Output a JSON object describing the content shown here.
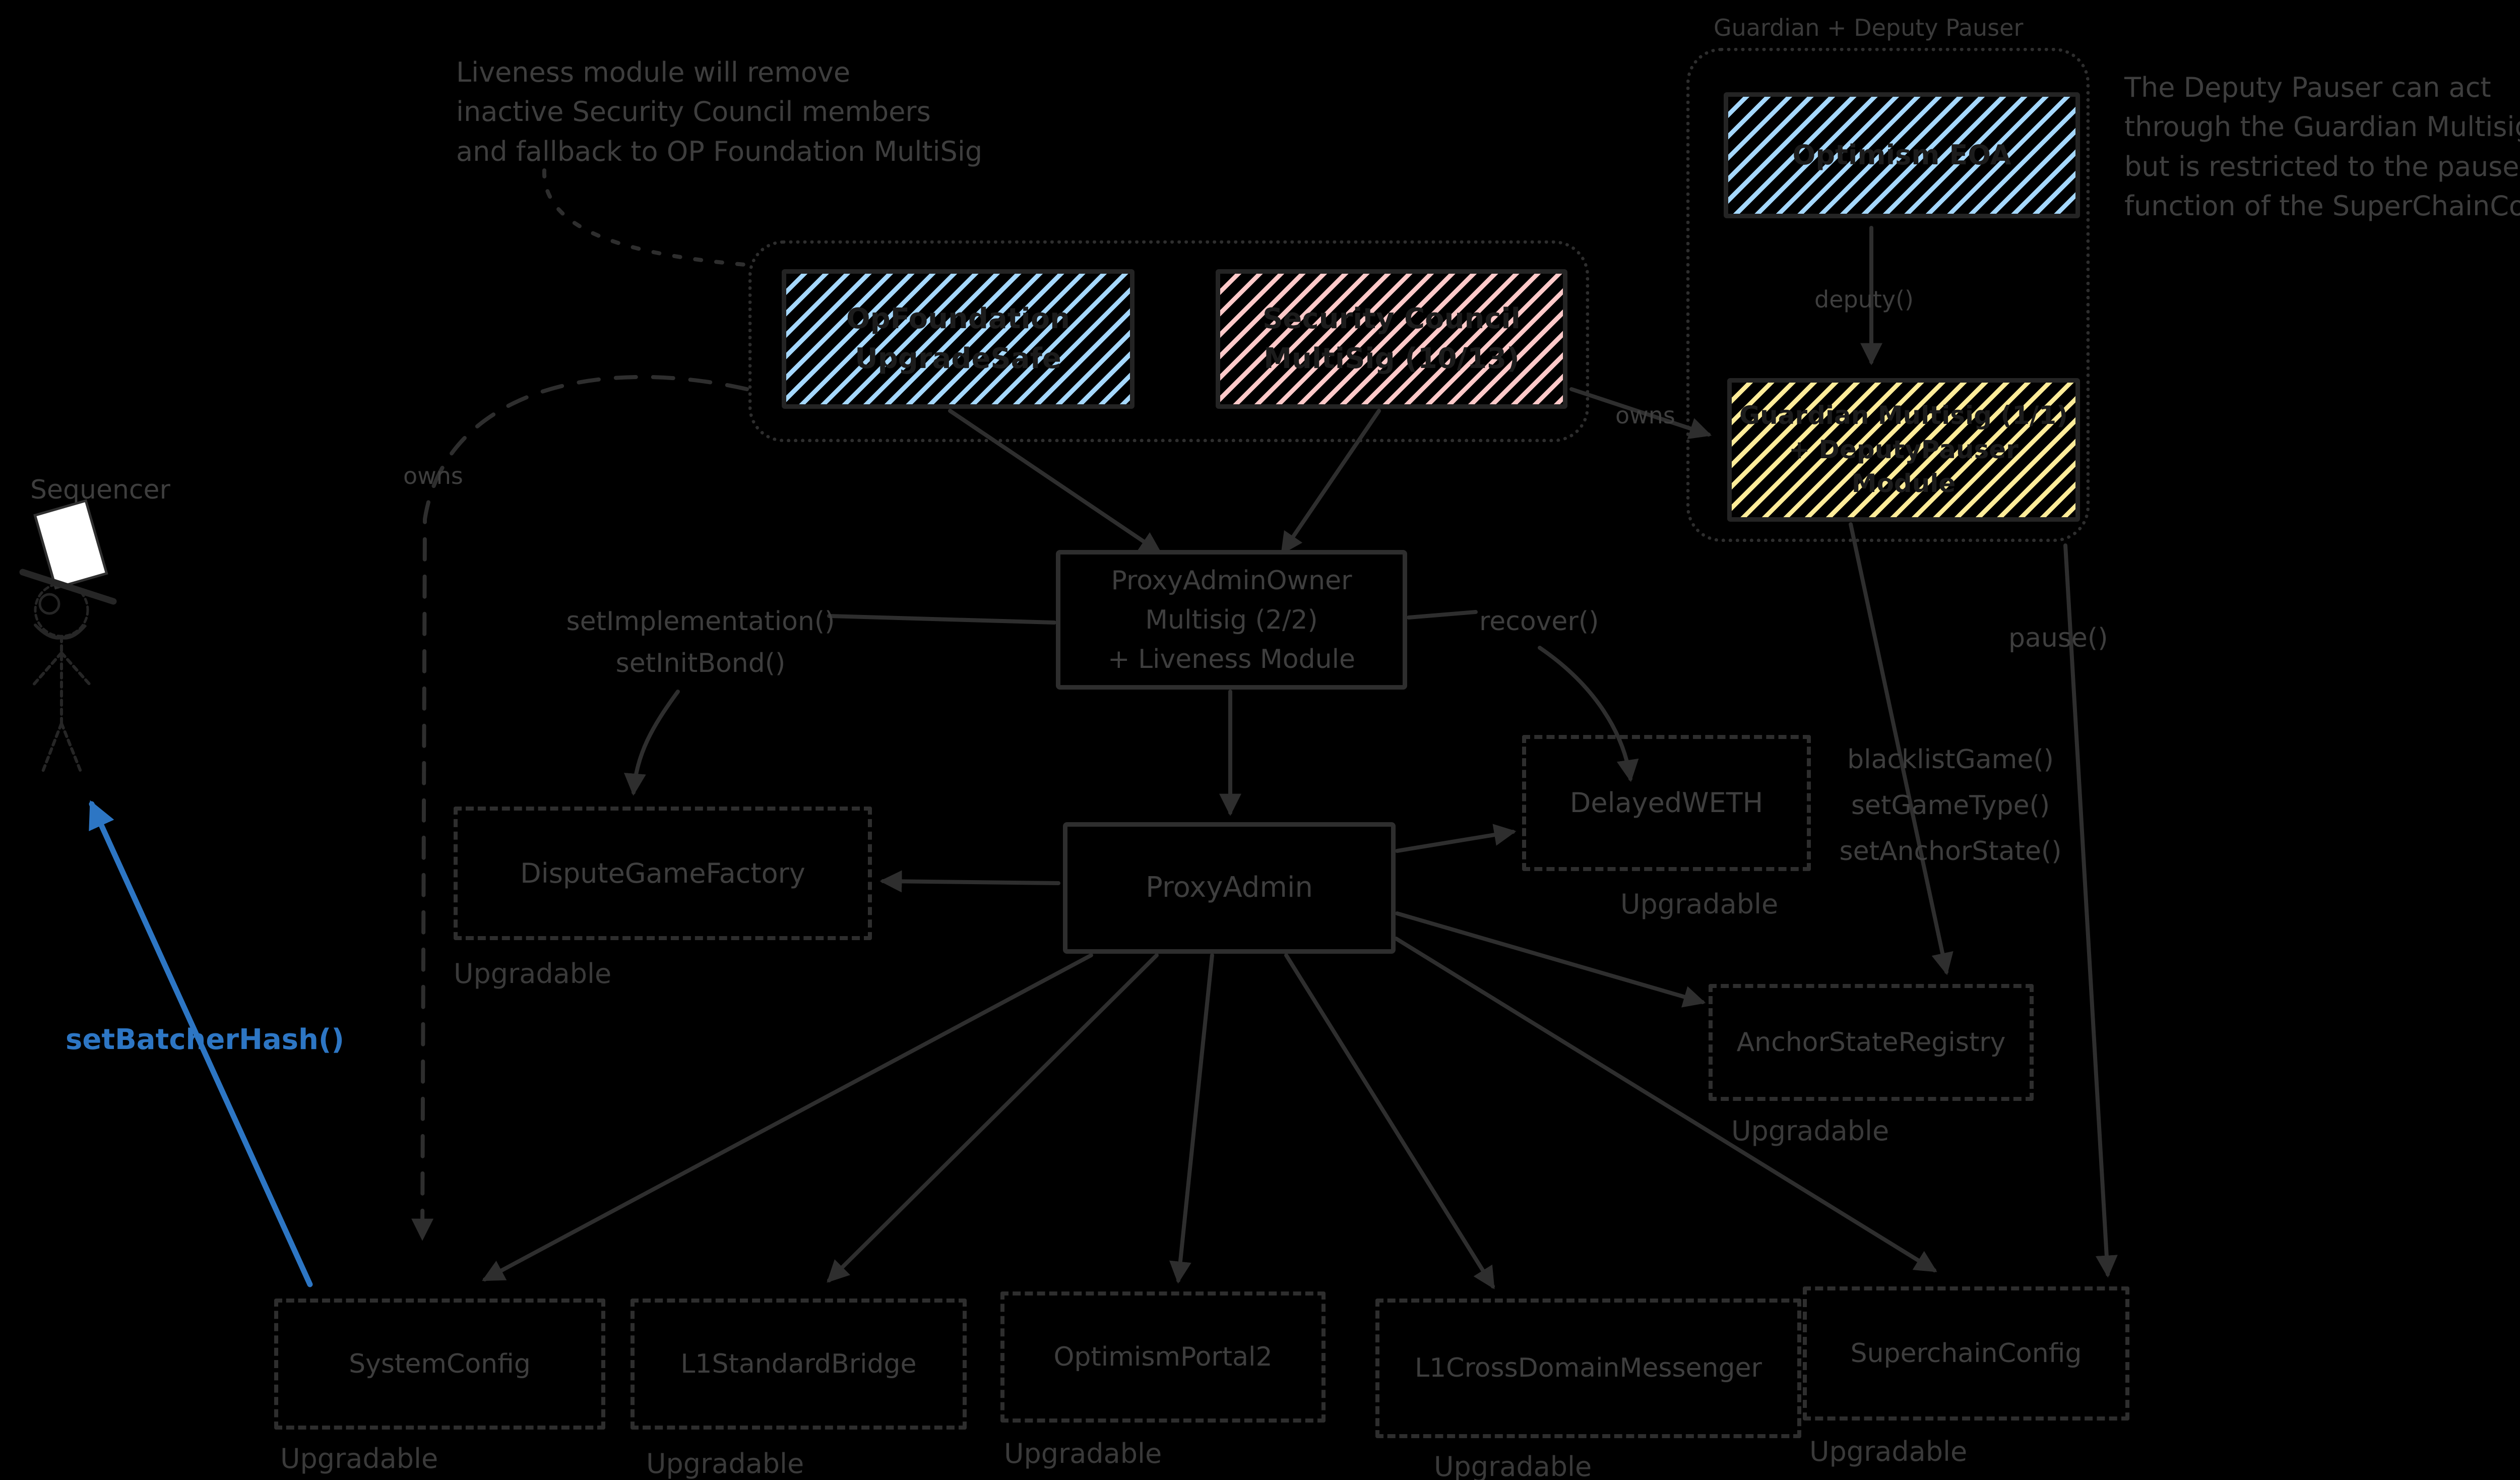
{
  "colors": {
    "background": "#000000",
    "stroke": "#2e2e2e",
    "label": "#3e3e3e",
    "hatch_blue": "#a5d8ff",
    "hatch_pink": "#ffc9c9",
    "hatch_yellow": "#ffec99",
    "accent_blue": "#2d76c4",
    "hat_white": "#ffffff"
  },
  "annotations": {
    "liveness_note": "Liveness module will remove\ninactive Security Council members\nand fallback to OP Foundation MultiSig",
    "deputy_pauser_note": "The Deputy Pauser can act\nthrough the Guardian Multisig,\nbut is restricted to the pause()\nfunction of the SuperChainConfig"
  },
  "actors": {
    "sequencer": {
      "label": "Sequencer"
    }
  },
  "groups": {
    "guardian": {
      "label": "Guardian + Deputy Pauser"
    }
  },
  "nodes": {
    "op_foundation": {
      "label": "OpFoundation\nUpgradeSafe",
      "hatch": "#a5d8ff"
    },
    "security_council": {
      "label": "Security Council\nMultiSig (10/13)",
      "hatch": "#ffc9c9"
    },
    "optimism_eoa": {
      "label": "Optimism EOA",
      "hatch": "#a5d8ff"
    },
    "guardian_multisig": {
      "label": "Guardian Multisig (1/1)\n+ DeputyPauser\nModule",
      "hatch": "#ffec99"
    },
    "proxy_admin_owner": {
      "label": "ProxyAdminOwner\nMultisig (2/2)\n+ Liveness Module"
    },
    "proxy_admin": {
      "label": "ProxyAdmin"
    },
    "dispute_game_factory": {
      "label": "DisputeGameFactory",
      "badge": "Upgradable"
    },
    "delayed_weth": {
      "label": "DelayedWETH",
      "badge": "Upgradable"
    },
    "anchor_state_registry": {
      "label": "AnchorStateRegistry",
      "badge": "Upgradable"
    },
    "system_config": {
      "label": "SystemConfig",
      "badge": "Upgradable"
    },
    "l1_standard_bridge": {
      "label": "L1StandardBridge",
      "badge": "Upgradable"
    },
    "optimism_portal2": {
      "label": "OptimismPortal2",
      "badge": "Upgradable"
    },
    "l1_cross_domain_messenger": {
      "label": "L1CrossDomainMessenger",
      "badge": "Upgradable"
    },
    "superchain_config": {
      "label": "SuperchainConfig",
      "badge": "Upgradable"
    }
  },
  "edge_labels": {
    "owns_left": "owns",
    "owns_right": "owns",
    "deputy": "deputy()",
    "set_implementation": "setImplementation()\nsetInitBond()",
    "recover": "recover()",
    "pause": "pause()",
    "game_admin": "blacklistGame()\nsetGameType()\nsetAnchorState()",
    "set_batcher_hash": "setBatcherHash()"
  }
}
